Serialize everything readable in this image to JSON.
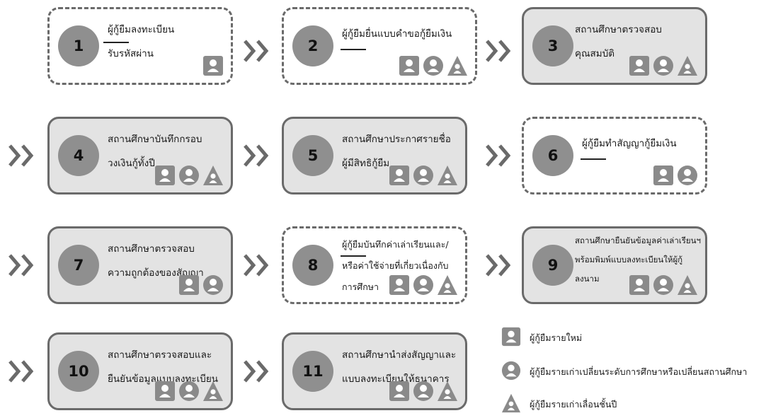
{
  "steps": [
    {
      "num": "1",
      "lines": [
        "ผู้กู้ยืมลงทะเบียน",
        "รับรหัสผ่าน"
      ],
      "icons": [
        "new-borrower"
      ]
    },
    {
      "num": "2",
      "lines": [
        "ผู้กู้ยืมยื่นแบบคำขอกู้ยืมเงิน"
      ],
      "icons": [
        "new-borrower",
        "old-borrower-change",
        "old-borrower-promote"
      ]
    },
    {
      "num": "3",
      "lines": [
        "สถานศึกษาตรวจสอบ",
        "คุณสมบัติ"
      ],
      "icons": [
        "new-borrower",
        "old-borrower-change",
        "old-borrower-promote"
      ]
    },
    {
      "num": "4",
      "lines": [
        "สถานศึกษาบันทึกกรอบ",
        "วงเงินกู้ทั้งปี"
      ],
      "icons": [
        "new-borrower",
        "old-borrower-change",
        "old-borrower-promote"
      ]
    },
    {
      "num": "5",
      "lines": [
        "สถานศึกษาประกาศรายชื่อ",
        "ผู้มีสิทธิกู้ยืม"
      ],
      "icons": [
        "new-borrower",
        "old-borrower-change",
        "old-borrower-promote"
      ]
    },
    {
      "num": "6",
      "lines": [
        "ผู้กู้ยืมทำสัญญากู้ยืมเงิน"
      ],
      "icons": [
        "new-borrower",
        "old-borrower-change"
      ]
    },
    {
      "num": "7",
      "lines": [
        "สถานศึกษาตรวจสอบ",
        "ความถูกต้องของสัญญา"
      ],
      "icons": [
        "new-borrower",
        "old-borrower-change"
      ]
    },
    {
      "num": "8",
      "lines": [
        "ผู้กู้ยืมบันทึกค่าเล่าเรียนและ/",
        "หรือค่าใช้จ่ายที่เกี่ยวเนื่องกับ",
        "การศึกษา"
      ],
      "icons": [
        "new-borrower",
        "old-borrower-change",
        "old-borrower-promote"
      ]
    },
    {
      "num": "9",
      "lines": [
        "สถานศึกษายืนยันข้อมูลค่าเล่าเรียนฯ",
        "พร้อมพิมพ์แบบลงทะเบียนให้ผู้กู้",
        "ลงนาม"
      ],
      "icons": [
        "new-borrower",
        "old-borrower-change",
        "old-borrower-promote"
      ]
    },
    {
      "num": "10",
      "lines": [
        "สถานศึกษาตรวจสอบและ",
        "ยืนยันข้อมูลแบบลงทะเบียน"
      ],
      "icons": [
        "new-borrower",
        "old-borrower-change",
        "old-borrower-promote"
      ]
    },
    {
      "num": "11",
      "lines": [
        "สถานศึกษานำส่งสัญญาและ",
        "แบบลงทะเบียนให้ธนาคาร"
      ],
      "icons": [
        "new-borrower",
        "old-borrower-change",
        "old-borrower-promote"
      ]
    }
  ],
  "legend": [
    {
      "icon": "new-borrower",
      "label": "ผู้กู้ยืมรายใหม่"
    },
    {
      "icon": "old-borrower-change",
      "label": "ผู้กู้ยืมรายเก่าเปลี่ยนระดับการศึกษาหรือเปลี่ยนสถานศึกษา"
    },
    {
      "icon": "old-borrower-promote",
      "label": "ผู้กู้ยืมรายเก่าเลื่อนชั้นปี"
    }
  ],
  "colors": {
    "box_fill": "#e3e3e3",
    "border": "#6a6a6a",
    "number_circle": "#8f8f8f",
    "icon": "#8a8a8a"
  }
}
